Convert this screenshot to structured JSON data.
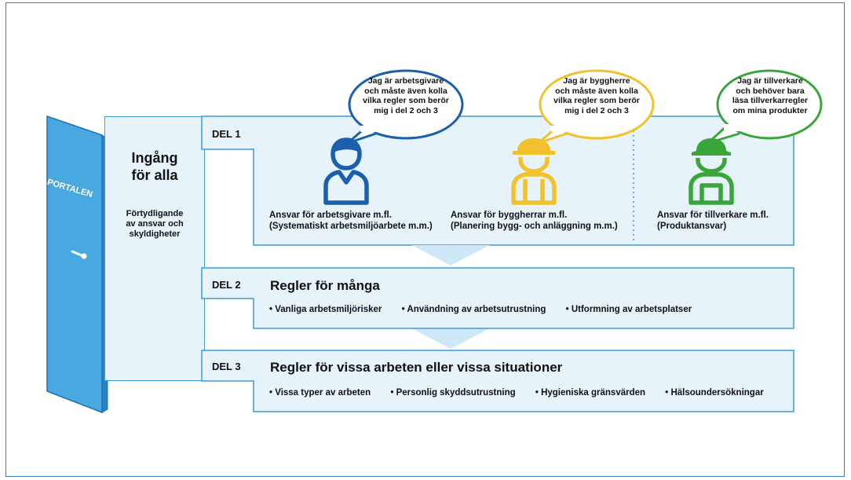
{
  "door": {
    "label": "PORTALEN"
  },
  "entrance": {
    "title_line1": "Ingång",
    "title_line2": "för alla",
    "sub_line1": "Förtydligande",
    "sub_line2": "av ansvar och",
    "sub_line3": "skyldigheter"
  },
  "del1": {
    "label": "DEL 1",
    "employer": {
      "line1": "Ansvar för arbetsgivare m.fl.",
      "line2": "(Systematiskt arbetsmiljöarbete m.m.)"
    },
    "builder": {
      "line1": "Ansvar för byggherrar m.fl.",
      "line2": "(Planering bygg- och anläggning m.m.)"
    },
    "manufacturer": {
      "line1": "Ansvar för tillverkare m.fl.",
      "line2": "(Produktansvar)"
    }
  },
  "bubbles": {
    "employer": {
      "line1": "Jag är arbetsgivare",
      "line2": "och måste även kolla",
      "line3": "vilka regler som berör",
      "line4": "mig i del 2 och 3"
    },
    "builder": {
      "line1": "Jag är byggherre",
      "line2": "och måste även kolla",
      "line3": "vilka regler som berör",
      "line4": "mig i del 2 och 3"
    },
    "manufacturer": {
      "line1": "Jag är tillverkare",
      "line2": "och behöver bara",
      "line3": "läsa tillverkarregler",
      "line4": "om mina produkter"
    }
  },
  "del2": {
    "label": "DEL 2",
    "heading": "Regler för många",
    "items": [
      "Vanliga arbetsmiljörisker",
      "Användning av arbetsutrustning",
      "Utformning av arbetsplatser"
    ]
  },
  "del3": {
    "label": "DEL 3",
    "heading": "Regler för vissa arbeten eller vissa situationer",
    "items": [
      "Vissa typer av arbeten",
      "Personlig skyddsutrustning",
      "Hygieniska gränsvärden",
      "Hälsoundersökningar"
    ]
  },
  "colors": {
    "employer": "#1b5fad",
    "builder": "#f2c22e",
    "manufacturer": "#3aa53a",
    "panel_fill": "#e6f3fb",
    "panel_border": "#3b9ad8",
    "door": "#4aa8e0"
  },
  "icons": {
    "employer": "person-icon",
    "builder": "hardhat-worker-icon",
    "manufacturer": "cap-worker-icon",
    "door_knob": "door-handle-icon"
  }
}
